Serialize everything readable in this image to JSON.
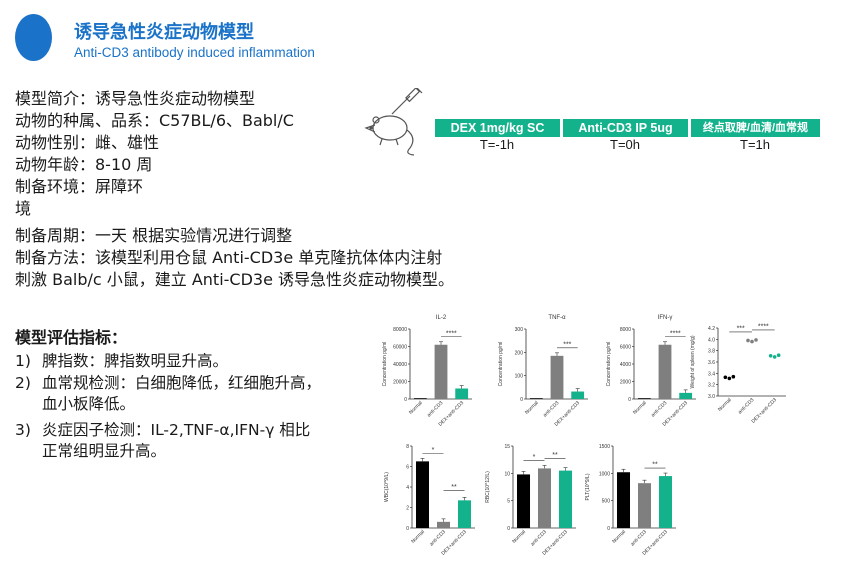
{
  "header": {
    "title": "诱导急性炎症动物模型",
    "subtitle": "Anti-CD3 antibody induced inflammation"
  },
  "info": [
    "模型简介：诱导急性炎症动物模型",
    "动物的种属、品系：C57BL/6、Babl/C",
    "动物性别：雌、雄性",
    "动物年龄：8-10 周",
    "制备环境：屏障环",
    "境",
    "制备周期：一天 根据实验情况进行调整",
    "制备方法：该模型利用仓鼠 Anti-CD3e 单克隆抗体体内注射",
    "刺激 Balb/c 小鼠，建立 Anti-CD3e 诱导急性炎症动物模型。"
  ],
  "timeline": {
    "steps": [
      {
        "label": "DEX 1mg/kg SC",
        "time": "T=-1h"
      },
      {
        "label": "Anti-CD3 IP 5ug",
        "time": "T=0h"
      },
      {
        "label": "终点取脾/血清/血常规",
        "time": "T=1h"
      }
    ],
    "color": "#14b28c"
  },
  "evaluation": {
    "title": "模型评估指标：",
    "items": [
      {
        "num": "1)",
        "lines": [
          "脾指数：脾指数明显升高。"
        ]
      },
      {
        "num": "2)",
        "lines": [
          "血常规检测：白细胞降低，红细胞升高，",
          "血小板降低。"
        ]
      },
      {
        "num": "3)",
        "lines": [
          "炎症因子检测：IL-2,TNF-α,IFN-γ 相比",
          "正常组明显升高。"
        ]
      }
    ]
  },
  "chart_data": [
    {
      "type": "bar",
      "title": "IL-2",
      "ylabel": "Concentration pg/ml",
      "categories": [
        "Normal",
        "anti-CD3",
        "DEX+anti-CD3"
      ],
      "values": [
        0,
        62000,
        12000
      ],
      "ylim": [
        0,
        80000
      ],
      "ticks": [
        "0",
        "20000",
        "40000",
        "60000",
        "80000"
      ],
      "colors": [
        "#000000",
        "#7f7f7f",
        "#14b28c"
      ],
      "annotations": [
        {
          "text": "****",
          "from": 1,
          "to": 2
        }
      ]
    },
    {
      "type": "bar",
      "title": "TNF-α",
      "ylabel": "Concentration pg/ml",
      "categories": [
        "Normal",
        "anti-CD3",
        "DEX+anti-CD3"
      ],
      "values": [
        0,
        185,
        32
      ],
      "ylim": [
        0,
        300
      ],
      "ticks": [
        "0",
        "100",
        "200",
        "300"
      ],
      "colors": [
        "#000000",
        "#7f7f7f",
        "#14b28c"
      ],
      "annotations": [
        {
          "text": "***",
          "from": 1,
          "to": 2
        }
      ]
    },
    {
      "type": "bar",
      "title": "IFN-γ",
      "ylabel": "Concentration pg/ml",
      "categories": [
        "Normal",
        "anti-CD3",
        "DEX+anti-CD3"
      ],
      "values": [
        0,
        6200,
        700
      ],
      "ylim": [
        0,
        8000
      ],
      "ticks": [
        "0",
        "2000",
        "4000",
        "6000",
        "8000"
      ],
      "colors": [
        "#000000",
        "#7f7f7f",
        "#14b28c"
      ],
      "annotations": [
        {
          "text": "****",
          "from": 1,
          "to": 2
        }
      ]
    },
    {
      "type": "scatter",
      "title": "",
      "ylabel": "Weight of spleen (mg/g)",
      "categories": [
        "Normal",
        "anti-CD3",
        "DEX+anti-CD3"
      ],
      "points": [
        [
          3.33,
          3.31,
          3.34
        ],
        [
          3.98,
          3.96,
          3.99
        ],
        [
          3.71,
          3.69,
          3.72
        ]
      ],
      "ylim": [
        3.0,
        4.2
      ],
      "ticks": [
        "3.0",
        "3.2",
        "3.4",
        "3.6",
        "3.8",
        "4.0",
        "4.2"
      ],
      "colors": [
        "#000000",
        "#7f7f7f",
        "#14b28c"
      ],
      "annotations": [
        {
          "text": "***",
          "from": 0,
          "to": 1
        },
        {
          "text": "****",
          "from": 1,
          "to": 2
        }
      ]
    },
    {
      "type": "bar",
      "title": "",
      "ylabel": "WBC(10^9/L)",
      "categories": [
        "Normal",
        "anti-CD3",
        "DEX+anti-CD3"
      ],
      "values": [
        6.5,
        0.6,
        2.7
      ],
      "ylim": [
        0,
        8
      ],
      "ticks": [
        "0",
        "2",
        "4",
        "6",
        "8"
      ],
      "colors": [
        "#000000",
        "#7f7f7f",
        "#14b28c"
      ],
      "annotations": [
        {
          "text": "*",
          "from": 0,
          "to": 1
        },
        {
          "text": "**",
          "from": 1,
          "to": 2
        }
      ]
    },
    {
      "type": "bar",
      "title": "",
      "ylabel": "RBC(10^12/L)",
      "categories": [
        "Normal",
        "anti-CD3",
        "DEX+anti-CD3"
      ],
      "values": [
        9.8,
        10.9,
        10.5
      ],
      "ylim": [
        0,
        15
      ],
      "ticks": [
        "0",
        "5",
        "10",
        "15"
      ],
      "colors": [
        "#000000",
        "#7f7f7f",
        "#14b28c"
      ],
      "annotations": [
        {
          "text": "*",
          "from": 0,
          "to": 1
        },
        {
          "text": "**",
          "from": 1,
          "to": 2
        }
      ]
    },
    {
      "type": "bar",
      "title": "",
      "ylabel": "PLT(10^9/L)",
      "categories": [
        "Normal",
        "anti-CD3",
        "DEX+anti-CD3"
      ],
      "values": [
        1020,
        820,
        950
      ],
      "ylim": [
        0,
        1500
      ],
      "ticks": [
        "0",
        "500",
        "1000",
        "1500"
      ],
      "colors": [
        "#000000",
        "#7f7f7f",
        "#14b28c"
      ],
      "annotations": [
        {
          "text": "**",
          "from": 1,
          "to": 2
        }
      ]
    }
  ]
}
